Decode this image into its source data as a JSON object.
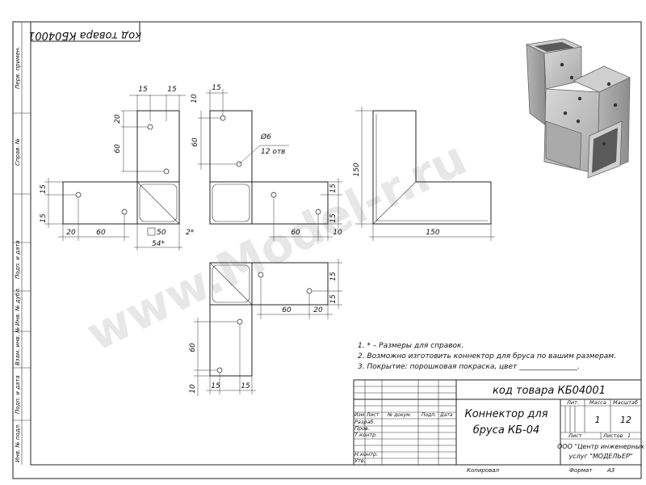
{
  "stamp_code_top": "код товара КБ04001",
  "watermark": "www.Model-r.ru",
  "side_stamp": [
    "Перв. примен.",
    "Справ. №",
    "Подп. и дата",
    "Инв. № дубл.",
    "Взам. инв. №",
    "Подп. и дата",
    "Инв. № подл."
  ],
  "dims": {
    "d15a": "15",
    "d15b": "15",
    "d20": "20",
    "d60a": "60",
    "d10": "10",
    "d15c": "15",
    "d60b": "60",
    "hole": "Ø6",
    "holes": "12 отв",
    "l15a": "15",
    "l15b": "15",
    "b20": "20",
    "b60": "60",
    "box": "50",
    "gap": "2*",
    "b54": "54*",
    "r15a": "15",
    "r15b": "15",
    "r60": "60",
    "r10": "10",
    "s150v": "150",
    "s150h": "150",
    "lr15a": "15",
    "lr15b": "15",
    "lr60": "60",
    "lr20": "20",
    "lv60": "60",
    "lv10": "10",
    "lb15a": "15",
    "lb15b": "15"
  },
  "notes": [
    "1. * – Размеры для справок.",
    "2. Возможно изготовить коннектор для бруса по вашим размерам.",
    "3. Покрытие: порошковая покраска, цвет ________________."
  ],
  "title_block": {
    "code": "код товара КБ04001",
    "name_line1": "Коннектор для",
    "name_line2": "бруса КБ-04",
    "col_headers": [
      "Изм",
      "Лист",
      "№ докум.",
      "Подп.",
      "Дата"
    ],
    "rows": [
      "Разраб.",
      "Пров.",
      "Т.контр.",
      "",
      "Н.контр.",
      "Утв."
    ],
    "lit_label": "Лит.",
    "mass_label": "Масса",
    "scale_label": "Масштаб",
    "mass": "1",
    "scale": "12",
    "sheet_label": "Лист",
    "sheets_label": "Листов",
    "sheets": "1",
    "company_line1": "ООО \"Центр инженерных",
    "company_line2": "услуг \"МОДЕЛЬЕР\"",
    "copied": "Копировал",
    "format_label": "Формат",
    "format": "А3"
  }
}
